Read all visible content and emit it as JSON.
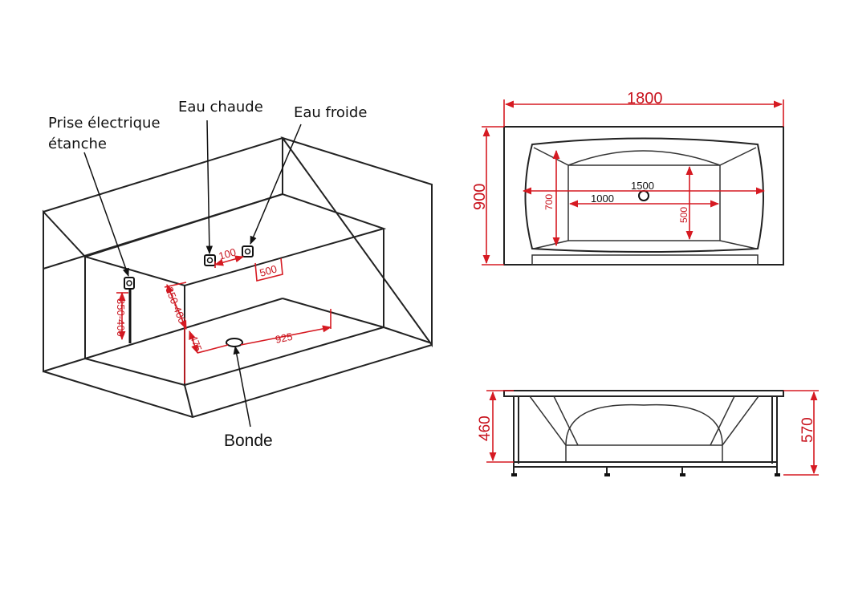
{
  "labels": {
    "prise_line1": "Prise électrique",
    "prise_line2": "étanche",
    "eau_chaude": "Eau chaude",
    "eau_froide": "Eau froide",
    "bonde": "Bonde"
  },
  "iso_dims": {
    "d100": "100",
    "d500": "500",
    "d350_400_a": "350-400",
    "d350_400_b": "350-400",
    "d475": "475",
    "d925": "925"
  },
  "top_view": {
    "d1800": "1800",
    "d900": "900",
    "d1500": "1500",
    "d1000": "1000",
    "d700": "700",
    "d500": "500"
  },
  "side_view": {
    "d460": "460",
    "d570": "570"
  },
  "colors": {
    "dimension": "#d61a22",
    "line": "#222222"
  }
}
